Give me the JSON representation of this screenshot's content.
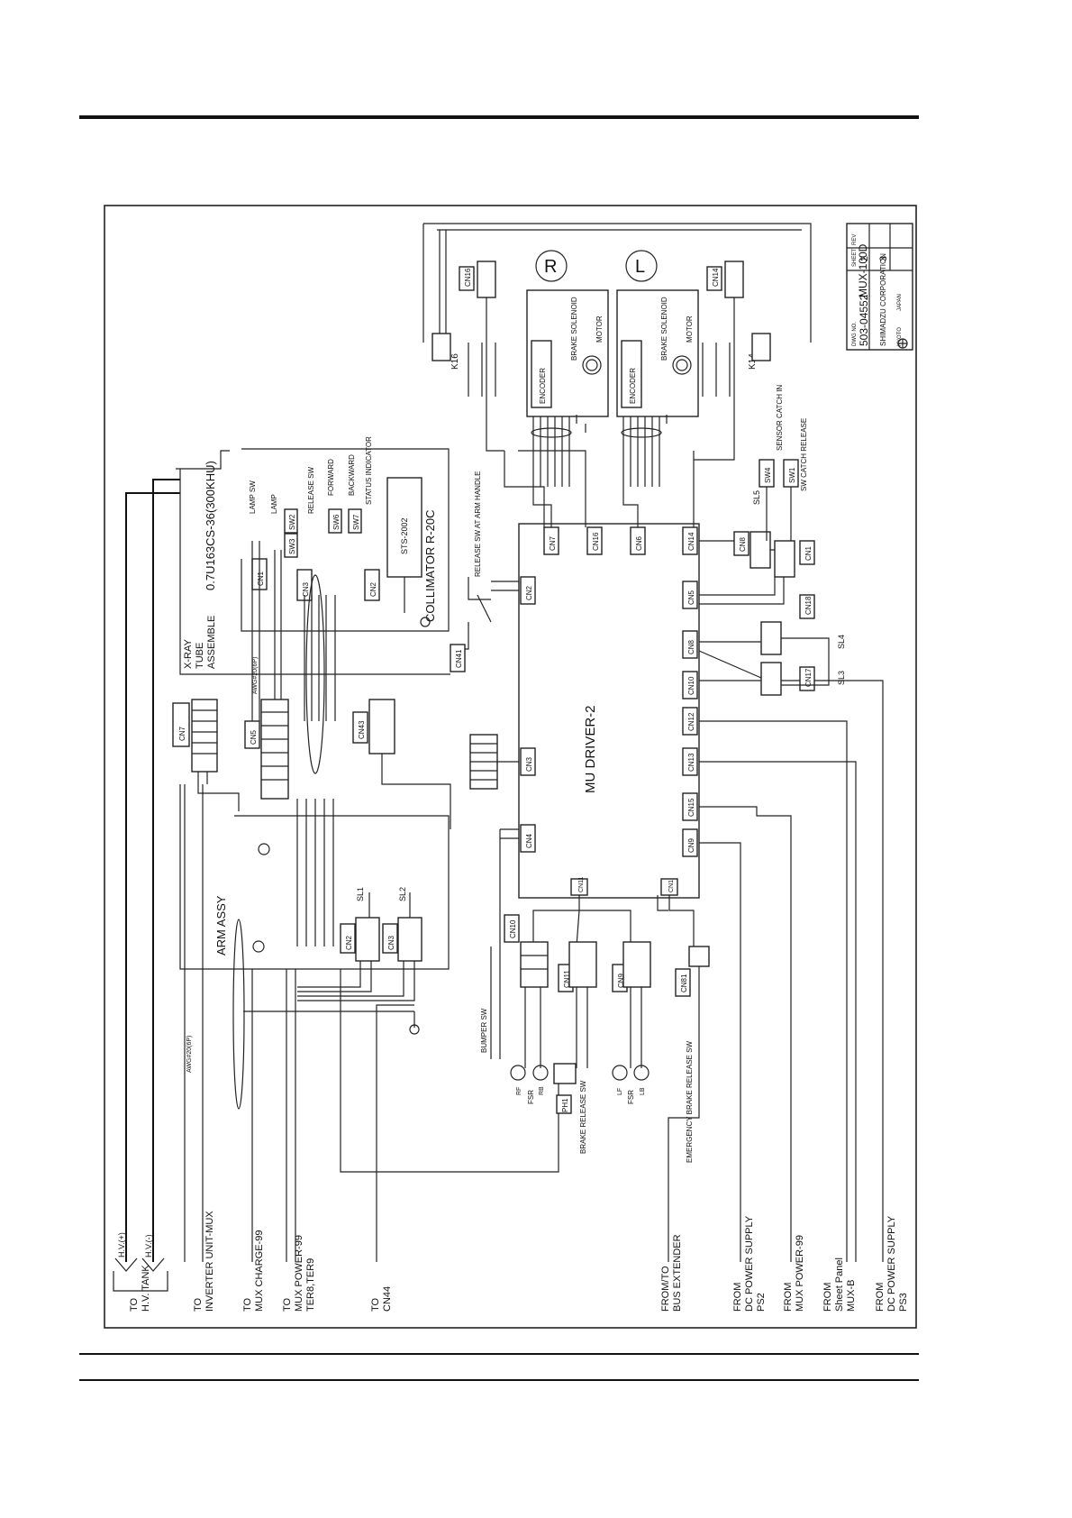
{
  "labels_left": [
    {
      "id": "hv-tank",
      "lines": [
        "TO",
        "H.V. TANK"
      ]
    },
    {
      "id": "inverter",
      "lines": [
        "TO",
        "INVERTER UNIT-MUX"
      ]
    },
    {
      "id": "mux-charge",
      "lines": [
        "TO",
        "MUX CHARGE-99"
      ]
    },
    {
      "id": "mux-power",
      "lines": [
        "TO",
        "MUX POWER-99",
        "TER8,TER9"
      ]
    },
    {
      "id": "cn44",
      "lines": [
        "TO",
        "CN44"
      ]
    },
    {
      "id": "bus-ext",
      "lines": [
        "FROM/TO",
        "BUS EXTENDER"
      ]
    },
    {
      "id": "dc-ps2",
      "lines": [
        "FROM",
        "DC POWER SUPPLY",
        "PS2"
      ]
    },
    {
      "id": "mux-power2",
      "lines": [
        "FROM",
        "MUX POWER-99"
      ]
    },
    {
      "id": "sheet-panel",
      "lines": [
        "FROM",
        "Sheet Panel",
        "MUX-B"
      ]
    },
    {
      "id": "dc-ps3",
      "lines": [
        "FROM",
        "DC POWER SUPPLY",
        "PS3"
      ]
    }
  ],
  "hv": {
    "plus": "H.V.(+)",
    "minus": "H.V.(-)"
  },
  "xray": {
    "lines": [
      "X-RAY",
      "TUBE",
      "ASSEMBLE"
    ],
    "model": "0.7U163CS-36(300KHU)"
  },
  "collimator": {
    "title": "COLLIMATOR R-20C",
    "sts": "STS-2002"
  },
  "collimator_items": [
    "LAMP SW",
    "LAMP",
    "RELEASE SW",
    "FORWARD",
    "BACKWARD",
    "STATUS INDICATOR"
  ],
  "switches": [
    "SW2",
    "SW3",
    "SW6",
    "SW7",
    "SW4",
    "SW1"
  ],
  "arm": {
    "title": "ARM ASSY"
  },
  "mu_driver": {
    "title": "MU DRIVER-2"
  },
  "release_arm": "RELEASE SW AT ARM HANDLE",
  "motor_r": {
    "letter": "R",
    "encoder": "ENCODER",
    "brake": "BRAKE SOLENOID",
    "motor": "MOTOR"
  },
  "motor_l": {
    "letter": "L",
    "encoder": "ENCODER",
    "brake": "BRAKE SOLENOID",
    "motor": "MOTOR"
  },
  "relays": [
    "K16",
    "K14"
  ],
  "sensor": {
    "catch_in": "SENSOR CATCH IN",
    "catch_release": "SW CATCH RELEASE"
  },
  "bottom": {
    "bumper": "BUMPER SW",
    "fsr": "FSR",
    "ph1": "PH1",
    "brake_release": "BRAKE RELEASE SW",
    "emergency": "EMERGENCY BRAKE RELEASE SW",
    "rf": "RF",
    "rb": "RB",
    "lf": "LF",
    "lb": "LB"
  },
  "connectors": {
    "cn7": "CN7",
    "cn5": "CN5",
    "cn43": "CN43",
    "cn41": "CN41",
    "cn1": "CN1",
    "cn3": "CN3",
    "cn2": "CN2",
    "cn16": "CN16",
    "cn6": "CN6",
    "cn14": "CN14",
    "cn8": "CN8",
    "cn18": "CN18",
    "cn17": "CN17",
    "cn10": "CN10",
    "cn12": "CN12",
    "cn13": "CN13",
    "cn15": "CN15",
    "cn9": "CN9",
    "cn11": "CN11",
    "cn4": "CN4",
    "cn81": "CN81",
    "sl1": "SL1",
    "sl2": "SL2",
    "sl3": "SL3",
    "sl4": "SL4",
    "sl5": "SL5"
  },
  "awg": {
    "a": "AWG#20(6P)",
    "b": "AWG#20(6P)"
  },
  "title_block": {
    "dwg_label": "DWG NO.",
    "dwg_no": "503-04552",
    "sheet_label": "SHEET",
    "sheet": "2",
    "of": "3",
    "rev_label": "REV",
    "model": "MUX-100D",
    "company": "SHIMADZU CORPORATION",
    "city": "KYOTO",
    "country": "JAPAN"
  }
}
